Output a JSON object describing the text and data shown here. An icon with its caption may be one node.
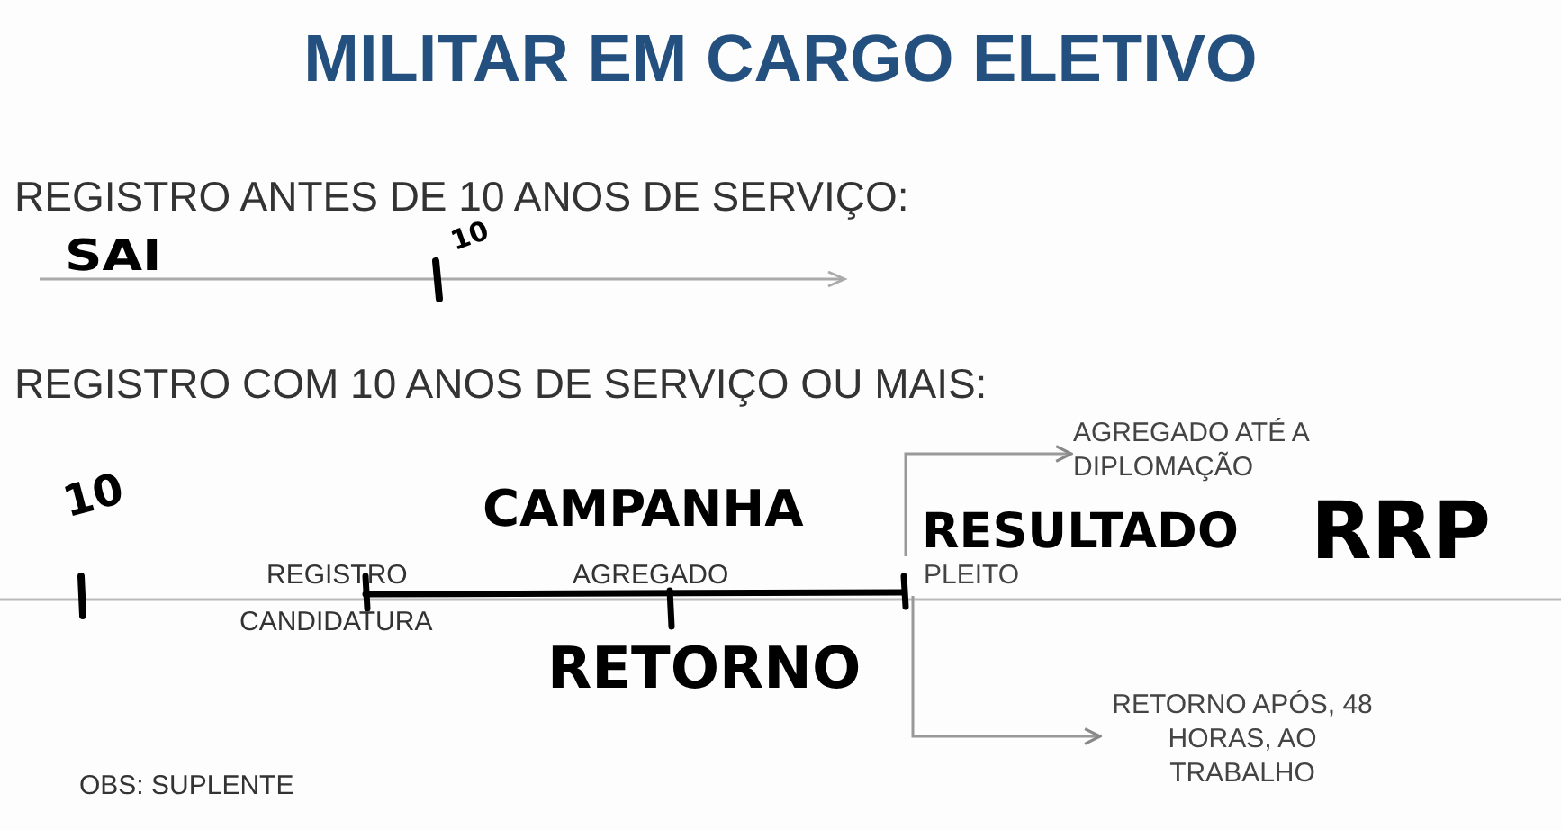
{
  "diagram": {
    "title": "MILITAR EM CARGO ELETIVO",
    "nodes": [
      {
        "text": [
          "PLEITO"
        ]
      },
      {
        "text": [
          "AGREGADO ATÉ A DIPLOMAÇÃO"
        ]
      },
      {
        "text": [
          "RETORNO APÓS, 48 HORAS, AO TRABALHO"
        ]
      }
    ],
    "edges": [
      {
        "from": 0,
        "to": 1,
        "arrow": "to"
      },
      {
        "from": 0,
        "to": 2,
        "arrow": "to"
      }
    ],
    "labels": [
      "REGISTRO ANTES DE 10 ANOS DE SERVIÇO:",
      "SAI",
      "10",
      "REGISTRO COM 10 ANOS DE SERVIÇO OU MAIS:",
      "10",
      "CAMPANHA",
      "RESULTADO",
      "RRP",
      "REGISTRO",
      "AGREGADO",
      "CANDIDATURA",
      "RETORNO",
      "OBS: SUPLENTE"
    ]
  }
}
